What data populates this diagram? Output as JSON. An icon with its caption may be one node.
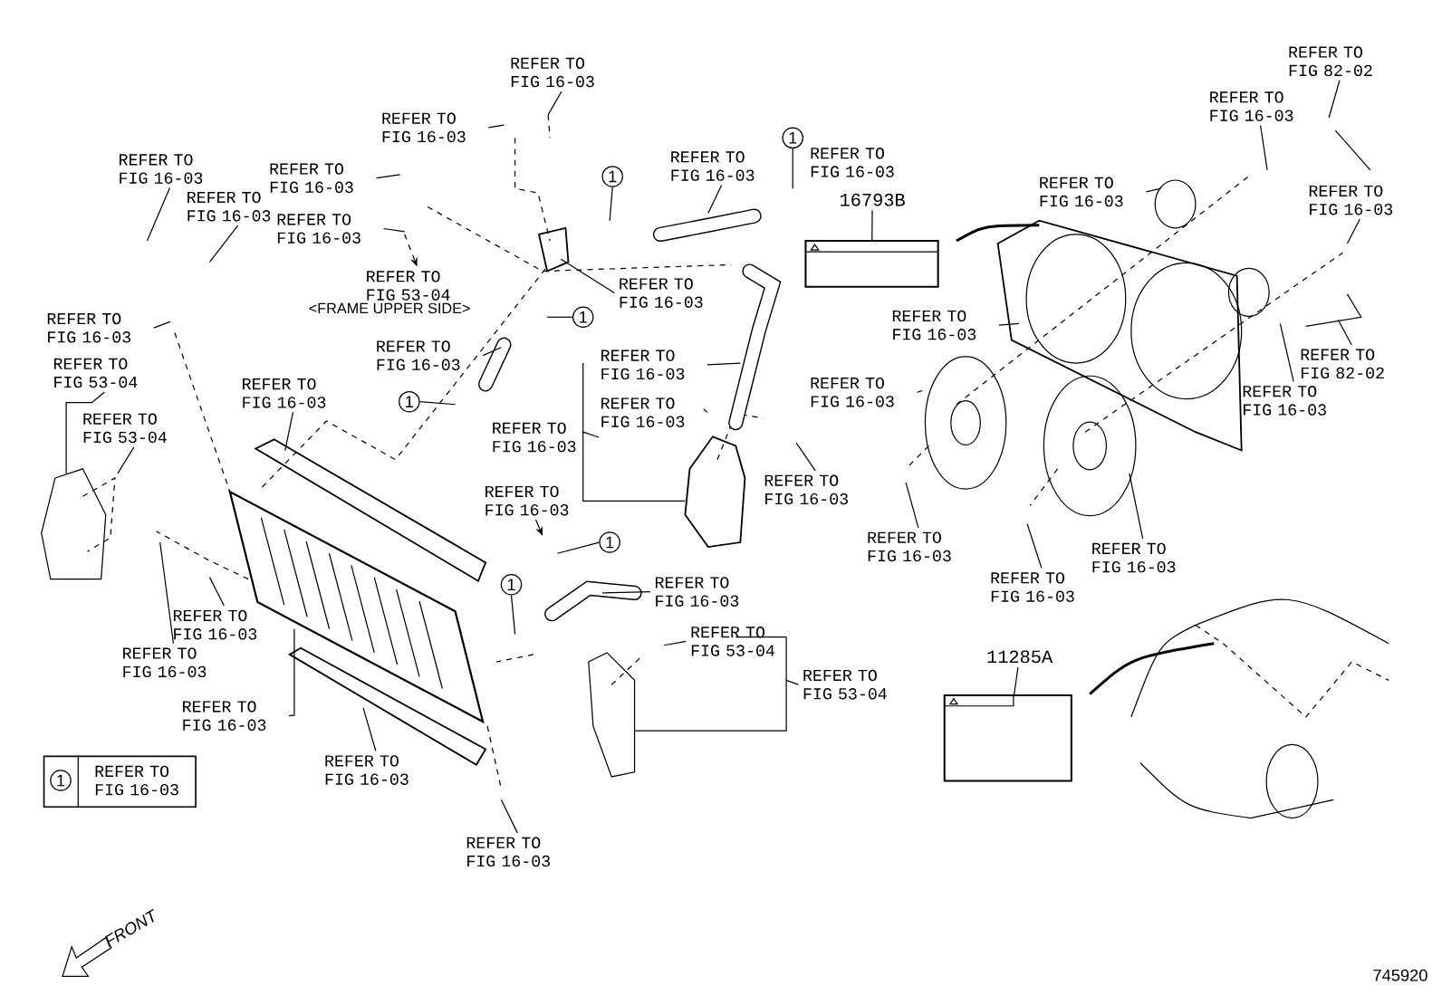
{
  "diagram": {
    "nodes": [
      {
        "text": [
          "REFER TO FIG 16-03"
        ]
      },
      {
        "text": [
          "REFER TO FIG 16-03"
        ]
      },
      {
        "text": [
          "REFER TO FIG 16-03"
        ]
      },
      {
        "text": [
          "1"
        ]
      },
      {
        "text": [
          "16793B"
        ]
      },
      {
        "text": [],
        "shape": "box"
      },
      {
        "text": [
          "REFER TO FIG 82-02"
        ]
      },
      {
        "text": [
          "REFER TO FIG 16-03"
        ]
      },
      {
        "text": [
          "REFER TO FIG 16-03"
        ]
      },
      {
        "text": [
          "REFER TO FIG 16-03"
        ]
      },
      {
        "text": [
          "REFER TO FIG 82-02"
        ]
      },
      {
        "text": [
          "REFER TO FIG 16-03"
        ]
      },
      {
        "text": [
          "REFER TO FIG 16-03"
        ]
      },
      {
        "text": [
          "REFER TO FIG 16-03"
        ]
      },
      {
        "text": [
          "REFER TO FIG 16-03"
        ]
      },
      {
        "text": [
          "REFER TO FIG 16-03"
        ]
      },
      {
        "text": [
          "REFER TO FIG 16-03"
        ]
      },
      {
        "text": [
          "REFER TO FIG 16-03"
        ]
      },
      {
        "text": [
          "11285A"
        ]
      },
      {
        "text": [],
        "shape": "box"
      },
      {
        "text": [
          "REFER TO FIG 16-03"
        ]
      },
      {
        "text": [
          "REFER TO FIG 16-03"
        ]
      },
      {
        "text": [
          "REFER TO FIG 16-03"
        ]
      },
      {
        "text": [
          "REFER TO FIG 16-03"
        ]
      },
      {
        "text": [
          "REFER TO FIG 53-04"
        ],
        "beside": [
          "<FRAME UPPER SIDE>"
        ]
      },
      {
        "text": [
          "1"
        ]
      },
      {
        "text": [
          "REFER TO FIG 16-03"
        ]
      },
      {
        "text": [
          "1"
        ]
      },
      {
        "text": [
          "REFER TO FIG 16-03"
        ]
      },
      {
        "text": [
          "REFER TO FIG 53-04"
        ]
      },
      {
        "text": [
          "REFER TO FIG 53-04"
        ]
      },
      {
        "text": [
          "REFER TO FIG 16-03"
        ]
      },
      {
        "text": [
          "1"
        ]
      },
      {
        "text": [
          "REFER TO FIG 16-03"
        ]
      },
      {
        "text": [
          "REFER TO FIG 16-03"
        ]
      },
      {
        "text": [
          "REFER TO FIG 16-03"
        ]
      },
      {
        "text": [
          "REFER TO FIG 16-03"
        ]
      },
      {
        "text": [
          "REFER TO FIG 16-03"
        ]
      },
      {
        "text": [
          "1"
        ]
      },
      {
        "text": [
          "REFER TO FIG 16-03"
        ]
      },
      {
        "text": [
          "1"
        ]
      },
      {
        "text": [
          "REFER TO FIG 53-04"
        ]
      },
      {
        "text": [
          "REFER TO FIG 53-04"
        ]
      },
      {
        "text": [
          "REFER TO FIG 16-03"
        ]
      },
      {
        "text": [
          "REFER TO FIG 16-03"
        ]
      },
      {
        "text": [
          "REFER TO FIG 16-03"
        ]
      },
      {
        "text": [
          "REFER TO FIG 16-03"
        ]
      },
      {
        "text": [
          "REFER TO FIG 16-03"
        ]
      },
      {
        "text": [
          "1",
          "REFER TO FIG 16-03"
        ]
      }
    ],
    "edges": [
      {
        "from": 0,
        "to": null,
        "arrow": "none"
      },
      {
        "from": 1,
        "to": null,
        "arrow": "none"
      },
      {
        "from": 2,
        "to": null,
        "arrow": "none"
      },
      {
        "from": 3,
        "to": null,
        "arrow": "none"
      },
      {
        "from": 4,
        "to": 5,
        "arrow": "none"
      },
      {
        "from": 6,
        "to": null,
        "arrow": "none"
      },
      {
        "from": 7,
        "to": null,
        "arrow": "none"
      },
      {
        "from": 8,
        "to": null,
        "arrow": "none"
      },
      {
        "from": 9,
        "to": null,
        "arrow": "none"
      },
      {
        "from": 10,
        "to": null,
        "arrow": "none"
      },
      {
        "from": 11,
        "to": null,
        "arrow": "none"
      },
      {
        "from": 12,
        "to": null,
        "arrow": "none"
      },
      {
        "from": 13,
        "to": null,
        "arrow": "none"
      },
      {
        "from": 14,
        "to": null,
        "arrow": "none"
      },
      {
        "from": 15,
        "to": null,
        "arrow": "none"
      },
      {
        "from": 16,
        "to": null,
        "arrow": "none"
      },
      {
        "from": 17,
        "to": null,
        "arrow": "none"
      },
      {
        "from": 18,
        "to": 19,
        "arrow": "none"
      },
      {
        "from": 20,
        "to": null,
        "arrow": "none"
      },
      {
        "from": 21,
        "to": null,
        "arrow": "none"
      },
      {
        "from": 22,
        "to": null,
        "arrow": "none"
      },
      {
        "from": 23,
        "to": null,
        "arrow": "none"
      },
      {
        "from": null,
        "to": 24,
        "arrow": "to",
        "style": "dashed"
      },
      {
        "from": 25,
        "to": null,
        "arrow": "none"
      },
      {
        "from": 26,
        "to": null,
        "arrow": "none"
      },
      {
        "from": 27,
        "to": null,
        "arrow": "none"
      },
      {
        "from": 28,
        "to": null,
        "arrow": "none"
      },
      {
        "from": 29,
        "to": null,
        "arrow": "none"
      },
      {
        "from": 30,
        "to": null,
        "arrow": "none"
      },
      {
        "from": 31,
        "to": null,
        "arrow": "none"
      },
      {
        "from": 32,
        "to": null,
        "arrow": "none"
      },
      {
        "from": 33,
        "to": null,
        "arrow": "none"
      },
      {
        "from": 34,
        "to": null,
        "arrow": "none"
      },
      {
        "from": 35,
        "to": null,
        "arrow": "none"
      },
      {
        "from": 36,
        "to": null,
        "arrow": "none"
      },
      {
        "from": 37,
        "to": null,
        "arrow": "to"
      },
      {
        "from": 38,
        "to": null,
        "arrow": "none"
      },
      {
        "from": 39,
        "to": null,
        "arrow": "none"
      },
      {
        "from": 40,
        "to": null,
        "arrow": "none"
      },
      {
        "from": 41,
        "to": null,
        "arrow": "none"
      },
      {
        "from": 42,
        "to": null,
        "arrow": "none"
      },
      {
        "from": 43,
        "to": null,
        "arrow": "none"
      },
      {
        "from": 44,
        "to": null,
        "arrow": "none"
      },
      {
        "from": 45,
        "to": null,
        "arrow": "none"
      },
      {
        "from": 46,
        "to": null,
        "arrow": "none"
      },
      {
        "from": 47,
        "to": null,
        "arrow": "none"
      }
    ],
    "labels": [
      "REFER TO FIG 16-03",
      "FRONT",
      "745920"
    ]
  }
}
